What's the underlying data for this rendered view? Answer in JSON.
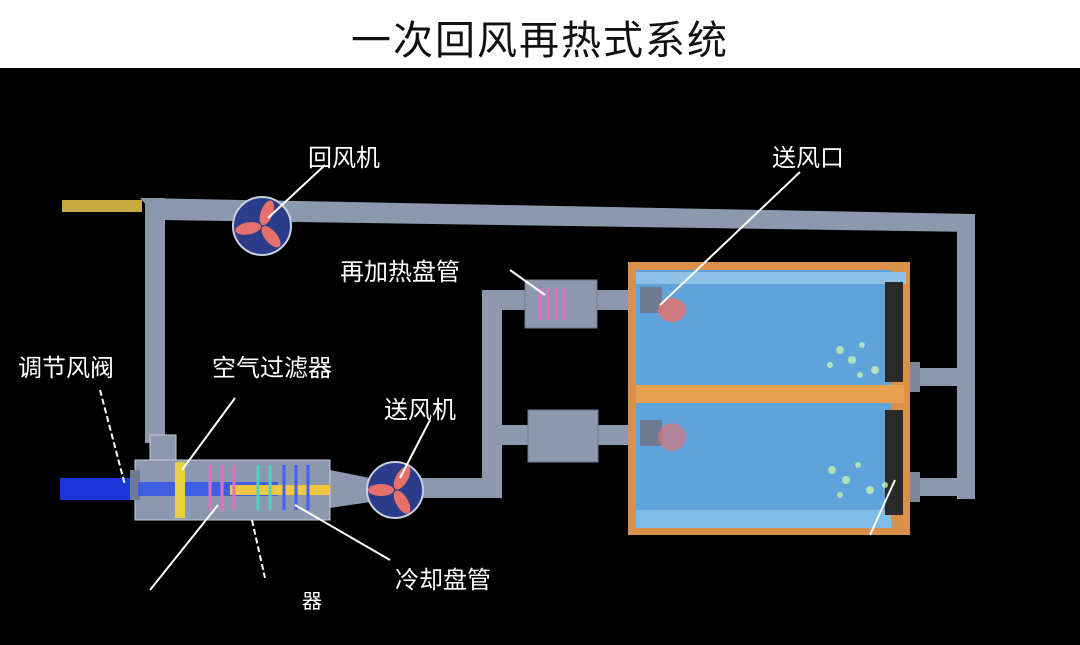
{
  "title": "一次回风再热式系统",
  "labels": {
    "return_fan": "回风机",
    "supply_outlet": "送风口",
    "reheat_coil": "再加热盘管",
    "damper": "调节风阀",
    "air_filter": "空气过滤器",
    "supply_fan": "送风机",
    "cooling_coil": "冷却盘管",
    "partial_label": "器"
  },
  "colors": {
    "duct": "#8c98ad",
    "room_fill": "#5ea3dc",
    "room_border": "#d9904a",
    "fan": "#2a3c8a",
    "blade": "#e8706a"
  }
}
